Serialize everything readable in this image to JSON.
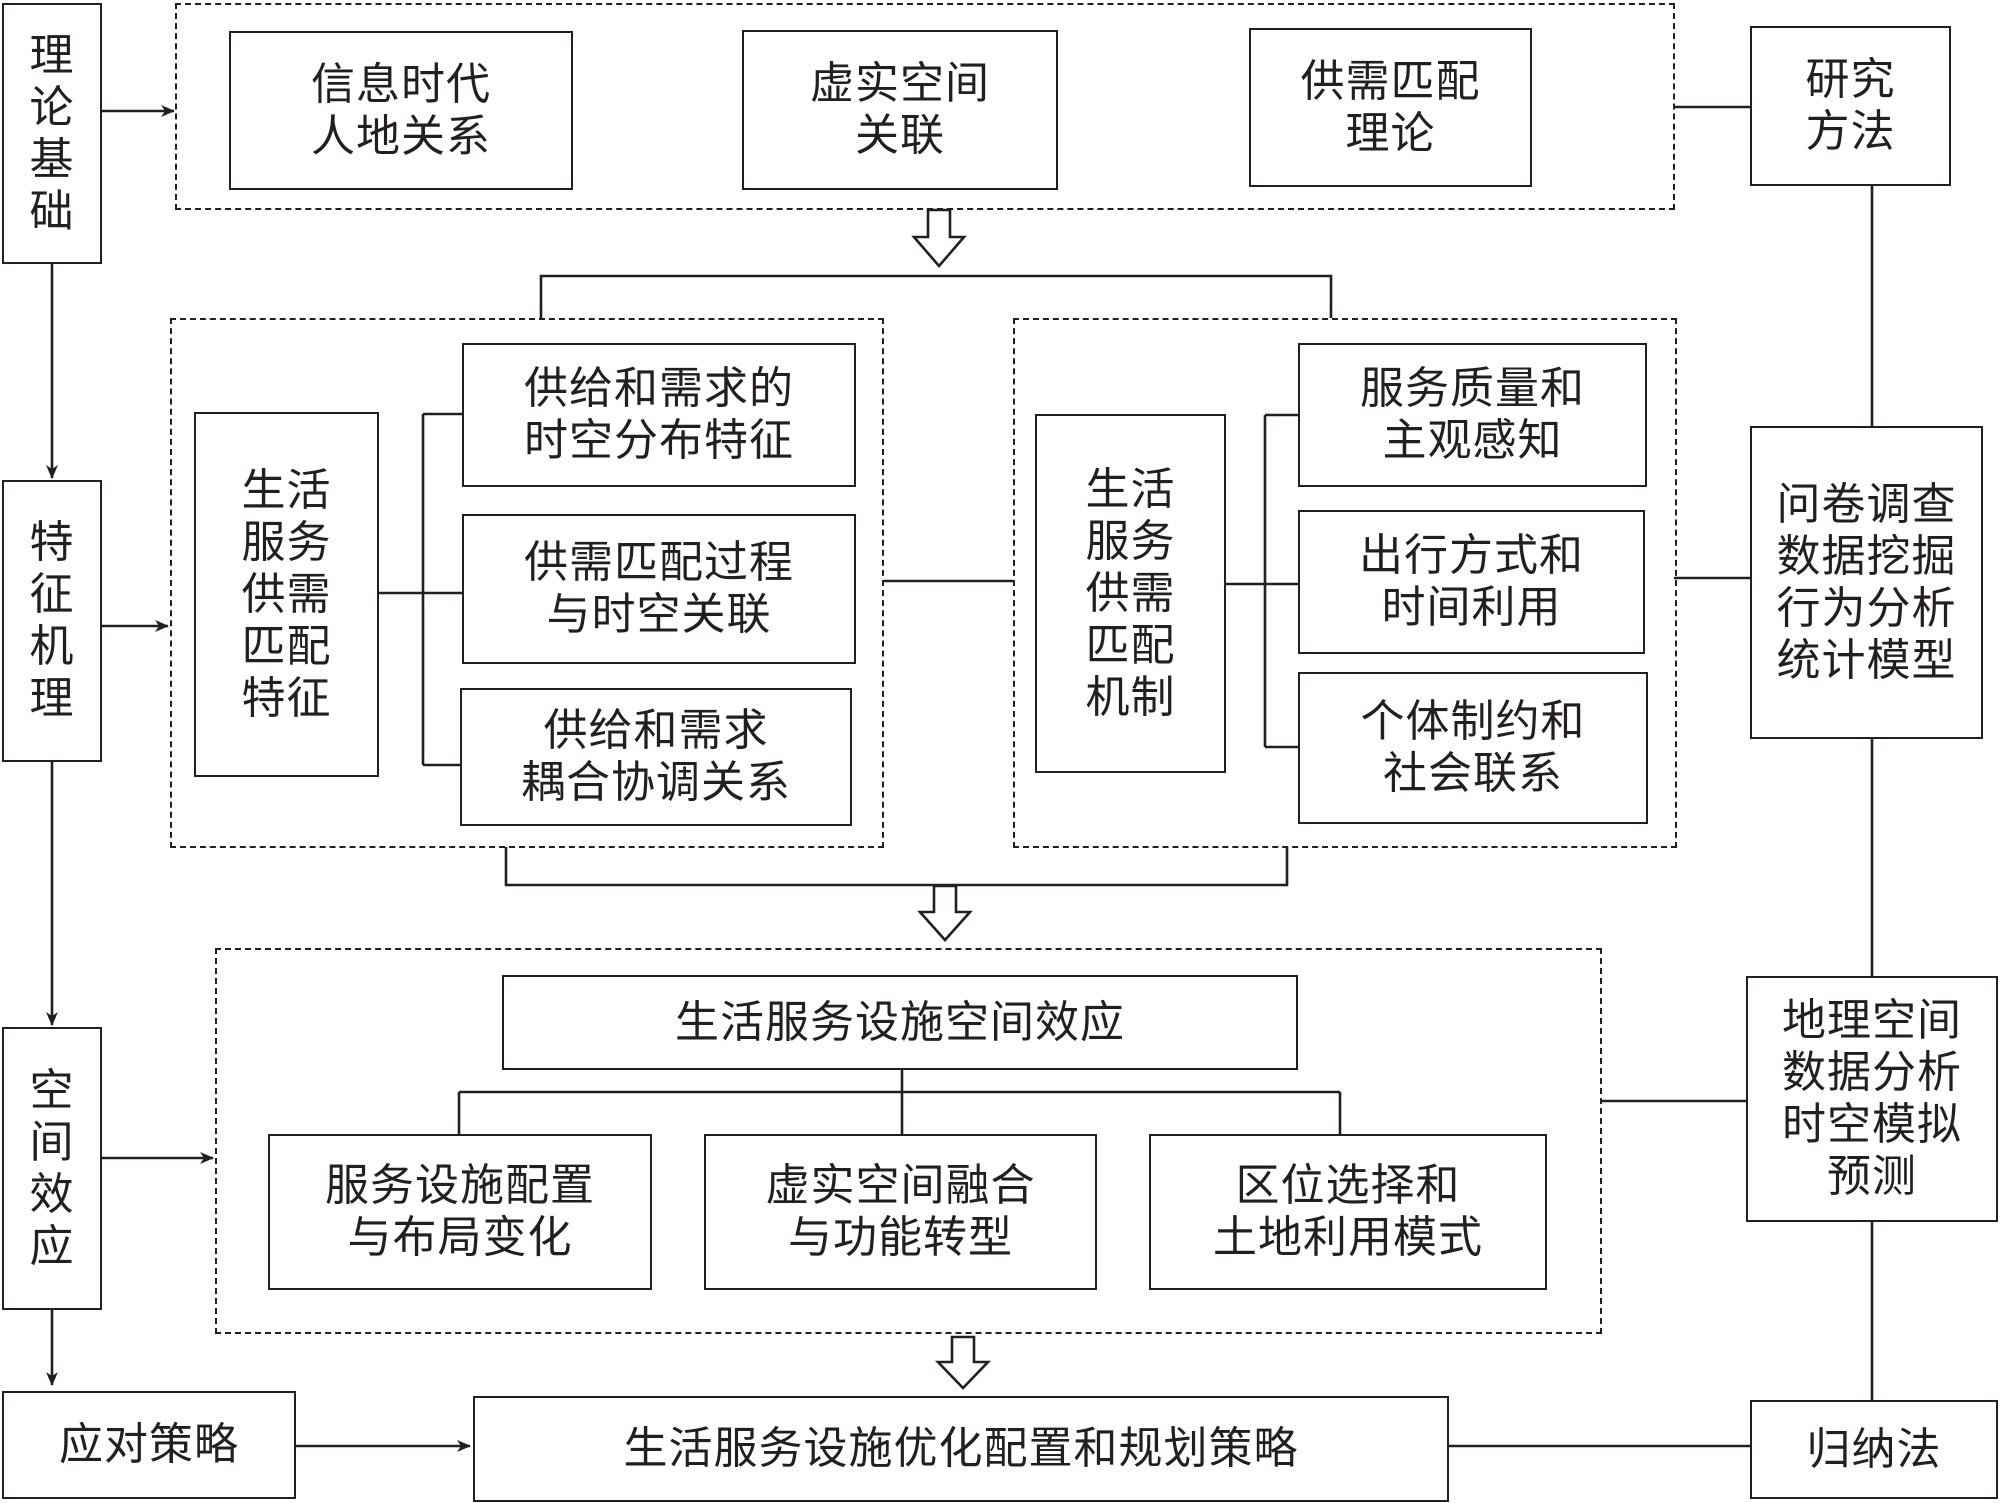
{
  "left": {
    "theory": "理\n论\n基\n础",
    "mechanism": "特\n征\n机\n理",
    "effect": "空\n间\n效\n应",
    "strategy": "应对策略"
  },
  "right": {
    "method": "研究\n方法",
    "survey": "问卷调查\n数据挖掘\n行为分析\n统计模型",
    "geo": "地理空间\n数据分析\n时空模拟\n预测",
    "induction": "归纳法"
  },
  "theory_row": {
    "era": "信息时代\n人地关系",
    "virtual": "虚实空间\n关联",
    "match": "供需匹配\n理论"
  },
  "feature_group": {
    "title": "生活\n服务\n供需\n匹配\n特征",
    "items": [
      "供给和需求的\n时空分布特征",
      "供需匹配过程\n与时空关联",
      "供给和需求\n耦合协调关系"
    ]
  },
  "mechanism_group": {
    "title": "生活\n服务\n供需\n匹配\n机制",
    "items": [
      "服务质量和\n主观感知",
      "出行方式和\n时间利用",
      "个体制约和\n社会联系"
    ]
  },
  "effect_group": {
    "title": "生活服务设施空间效应",
    "items": [
      "服务设施配置\n与布局变化",
      "虚实空间融合\n与功能转型",
      "区位选择和\n土地利用模式"
    ]
  },
  "final": "生活服务设施优化配置和规划策略"
}
